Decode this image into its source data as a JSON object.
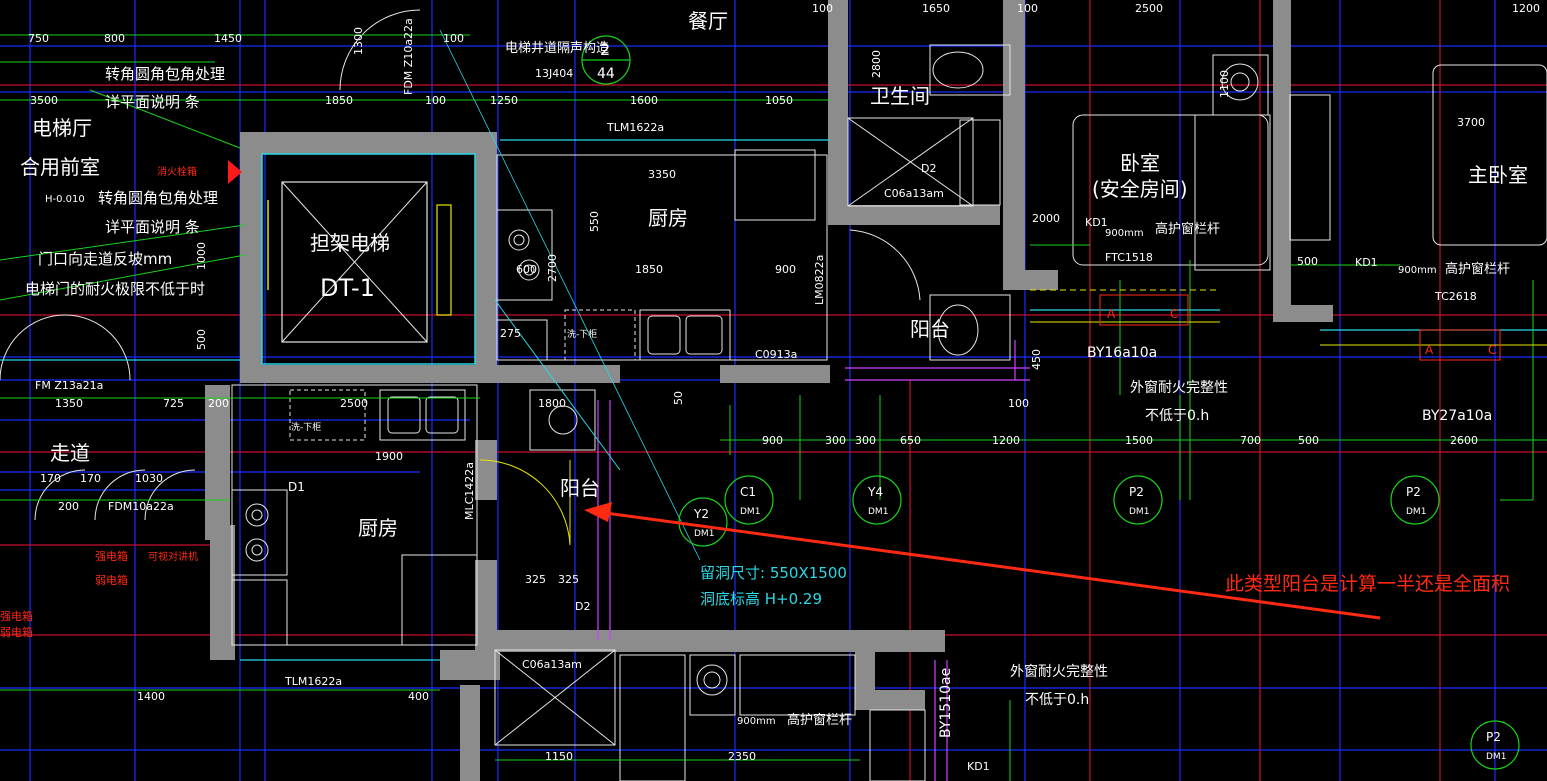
{
  "colors": {
    "background": "#000000",
    "wall": "#8c8c8c",
    "grid_blue": "#1b2cff",
    "grid_red": "#c8102e",
    "dim_green": "#19d319",
    "fixture_white": "#e6e6e6",
    "cyan": "#2ad8e6",
    "yellow": "#e6e600",
    "magenta": "#d040ff",
    "annotation_red": "#ff2a12"
  },
  "rooms": {
    "dining": "餐厅",
    "bathroom": "卫生间",
    "bedroom": "卧室",
    "bedroom_sub": "(安全房间)",
    "master_bedroom": "主卧室",
    "elevator_hall": "电梯厅",
    "shared_lobby": "合用前室",
    "kitchen_top": "厨房",
    "kitchen_bottom": "厨房",
    "balcony_top": "阳台",
    "balcony_bottom": "阳台",
    "corridor": "走道",
    "elevator_name": "担架电梯",
    "elevator_code": "DT-1"
  },
  "notes": {
    "corner_1a": "转角圆角包角处理",
    "corner_1b": "详平面说明 条",
    "corner_2a": "转角圆角包角处理",
    "corner_2b": "详平面说明 条",
    "door_note": "门口向走道反坡mm",
    "fire_note": "电梯门的耐火极限不低于时",
    "shaft_note": "电梯井道隔声构造",
    "shaft_ref": "13J404",
    "detail_num": "2",
    "detail_ref": "44",
    "window_fire_1": "外窗耐火完整性",
    "window_fire_1b": "不低于0.h",
    "window_fire_2": "外窗耐火完整性",
    "window_fire_2b": "不低于0.h",
    "rail_1": "高护窗栏杆",
    "rail_2": "高护窗栏杆",
    "rail_3": "高护窗栏杆",
    "rail_h1": "900mm",
    "rail_h2": "900mm",
    "rail_h3": "900mm",
    "opening_size": "留洞尺寸:  550X1500",
    "opening_elev": "洞底标高  H+0.29",
    "fire_box": "消火栓箱",
    "intercom": "可视对讲机",
    "strong_box": "强电箱",
    "weak_box": "弱电箱",
    "strong_box_2": "强电箱",
    "weak_box_2": "弱电箱",
    "elev_h": "H-0.010",
    "sink_top": "洗-下柜",
    "sink_left": "洗-下柜"
  },
  "annotation": {
    "question": "此类型阳台是计算一半还是全面积"
  },
  "tags": {
    "tlm_top": "TLM1622a",
    "tlm_bottom": "TLM1622a",
    "fdm_top": "FDM Z10a22a",
    "fm": "FM Z13a21a",
    "fdm_bottom": "FDM10a22a",
    "lm_kitchen": "LM0822a",
    "ml_balcony": "MLC1422a",
    "c_kitchen": "C0913a",
    "c_bath_top": "C06a13am",
    "c_bath_bottom": "C06a13am",
    "ftc": "FTC1518",
    "tc": "TC2618",
    "by16": "BY16a10a",
    "by27": "BY27a10a",
    "by15": "BY1510ae",
    "kd1_a": "KD1",
    "kd1_b": "KD1",
    "kd1_c": "KD1",
    "d1": "D1",
    "d2_top": "D2",
    "d2_bottom": "D2",
    "ac_a": "A",
    "ac_c": "C"
  },
  "grid_labels": [
    {
      "top": "C1",
      "bottom": "DM1"
    },
    {
      "top": "Y4",
      "bottom": "DM1"
    },
    {
      "top": "Y2",
      "bottom": "DM1"
    },
    {
      "top": "P2",
      "bottom": "DM1"
    },
    {
      "top": "P2",
      "bottom": "DM1"
    },
    {
      "top": "P2",
      "bottom": "DM1"
    }
  ],
  "dimensions": {
    "d750": "750",
    "d800": "800",
    "d1450": "1450",
    "d1300": "1300",
    "d100a": "100",
    "d3500": "3500",
    "d1850": "1850",
    "d100b": "100",
    "d1250": "1250",
    "d1600": "1600",
    "d1050": "1050",
    "d100c": "100",
    "d1650": "1650",
    "d2500": "2500",
    "d100d": "100",
    "d2800": "2800",
    "d3350": "3350",
    "d1850b": "1850",
    "d900": "900",
    "d2700": "2700",
    "d1000": "1000",
    "d600": "600",
    "d550": "550",
    "d275": "275",
    "d500": "500",
    "d1350": "1350",
    "d725": "725",
    "d200a": "200",
    "d2500b": "2500",
    "d1800": "1800",
    "d50": "50",
    "d170a": "170",
    "d170b": "170",
    "d1030": "1030",
    "d200b": "200",
    "d1900": "1900",
    "d325a": "325",
    "d325b": "325",
    "d1400": "1400",
    "d400": "400",
    "d1150": "1150",
    "d2350": "2350",
    "d900b": "900",
    "d300a": "300",
    "d300b": "300",
    "d650": "650",
    "d1200": "1200",
    "d1500": "1500",
    "d700": "700",
    "d500b": "500",
    "d2600": "2600",
    "d3700": "3700",
    "d450": "450",
    "d500c": "500",
    "d100e": "100",
    "d2000": "2000",
    "d1100": "1100",
    "d1200b": "1200"
  }
}
